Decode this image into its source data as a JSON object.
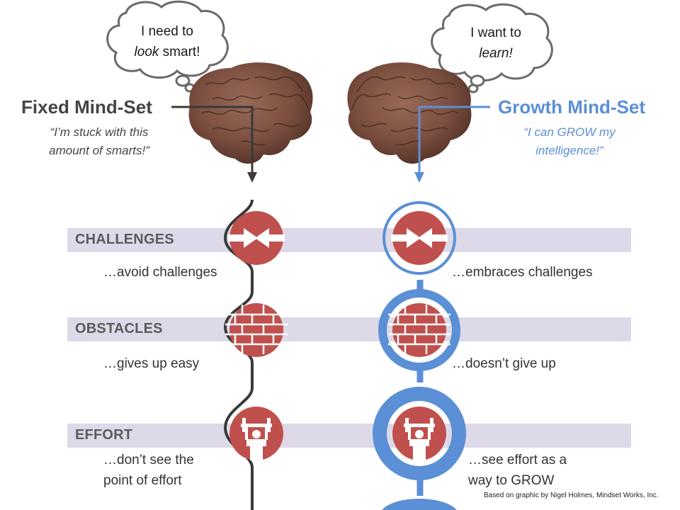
{
  "fixed": {
    "thought_line1": "I need to",
    "thought_line2_italic": "look",
    "thought_line2_rest": " smart!",
    "title": "Fixed Mind-Set",
    "quote_line1": "“I’m stuck with this",
    "quote_line2": "amount of smarts!”",
    "color": "#454545"
  },
  "growth": {
    "thought_line1": "I want to",
    "thought_line2": "learn!",
    "title": "Growth Mind-Set",
    "quote_line1": "“I can GROW my",
    "quote_line2": "intelligence!”",
    "color": "#5b8fd6"
  },
  "rows": [
    {
      "label": "CHALLENGES",
      "icon": "arrows-inward-icon",
      "fixed_text": "…avoid challenges",
      "growth_text": "…embraces challenges"
    },
    {
      "label": "OBSTACLES",
      "icon": "brick-wall-icon",
      "fixed_text": "…gives up easy",
      "growth_text": "…doesn’t give up"
    },
    {
      "label": "EFFORT",
      "icon": "weightlifter-icon",
      "fixed_text_line1": "…don’t see the",
      "fixed_text_line2": "point of effort",
      "growth_text_line1": "…see effort as a",
      "growth_text_line2": "way to GROW"
    }
  ],
  "credit": "Based on graphic by Nigel Holmes, Mindset Works, Inc.",
  "colors": {
    "band": "#ddd9e8",
    "icon_red": "#c0504d",
    "brain": "#7a5040"
  }
}
